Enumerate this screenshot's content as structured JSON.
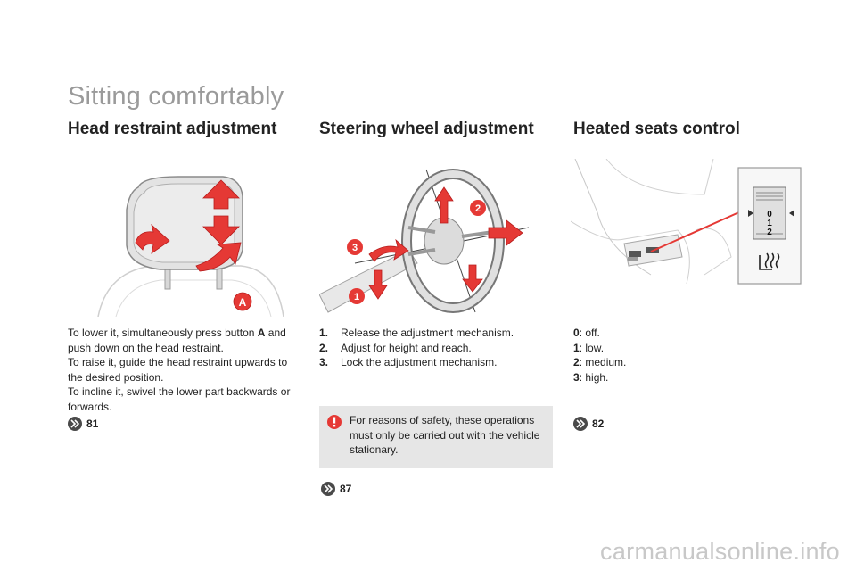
{
  "page": {
    "title": "Sitting comfortably"
  },
  "sections": {
    "head": {
      "title": "Head restraint adjustment",
      "callout": "A",
      "text_a_pre": "To lower it, simultaneously press button ",
      "text_a_bold": "A",
      "text_a_post": " and push down on the head restraint.",
      "text_b": "To raise it, guide the head restraint upwards to the desired position.",
      "text_c": "To incline it, swivel the lower part backwards or forwards.",
      "ref": "81"
    },
    "steering": {
      "title": "Steering wheel adjustment",
      "callouts": [
        "1",
        "2",
        "3"
      ],
      "steps": [
        {
          "num": "1.",
          "text": "Release the adjustment mechanism."
        },
        {
          "num": "2.",
          "text": "Adjust for height and reach."
        },
        {
          "num": "3.",
          "text": "Lock the adjustment mechanism."
        }
      ],
      "warning": "For reasons of safety, these operations must only be carried out with the vehicle stationary.",
      "ref": "87"
    },
    "heated": {
      "title": "Heated seats control",
      "dial_labels": [
        "0",
        "1",
        "2"
      ],
      "levels": [
        {
          "num": "0",
          "text": ": off."
        },
        {
          "num": "1",
          "text": ": low."
        },
        {
          "num": "2",
          "text": ": medium."
        },
        {
          "num": "3",
          "text": ": high."
        }
      ],
      "ref": "82"
    }
  },
  "watermark": "carmanualsonline.info",
  "colors": {
    "accent_red": "#e53935",
    "title_gray": "#9a9a9a",
    "box_gray": "#e6e6e6"
  }
}
